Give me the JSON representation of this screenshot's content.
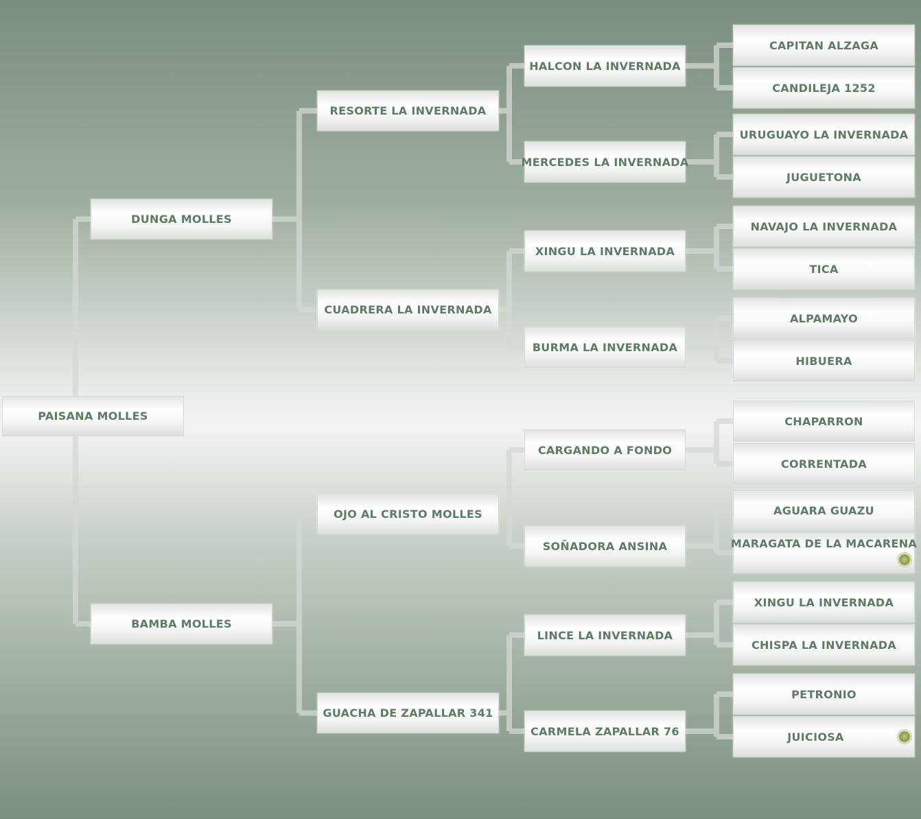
{
  "pedigree": {
    "gen1": [
      {
        "name": "PAISANA MOLLES"
      }
    ],
    "gen2": [
      {
        "name": "DUNGA MOLLES"
      },
      {
        "name": "BAMBA MOLLES"
      }
    ],
    "gen3": [
      {
        "name": "RESORTE LA INVERNADA"
      },
      {
        "name": "CUADRERA LA INVERNADA"
      },
      {
        "name": "OJO AL CRISTO MOLLES"
      },
      {
        "name": "GUACHA DE ZAPALLAR 341"
      }
    ],
    "gen4": [
      {
        "name": "HALCON LA INVERNADA"
      },
      {
        "name": "MERCEDES LA INVERNADA"
      },
      {
        "name": "XINGU LA INVERNADA"
      },
      {
        "name": "BURMA LA INVERNADA"
      },
      {
        "name": "CARGANDO A FONDO"
      },
      {
        "name": "SOÑADORA ANSINA"
      },
      {
        "name": "LINCE LA INVERNADA"
      },
      {
        "name": "CARMELA ZAPALLAR 76"
      }
    ],
    "gen5": [
      {
        "name": "CAPITAN ALZAGA"
      },
      {
        "name": "CANDILEJA 1252"
      },
      {
        "name": "URUGUAYO LA INVERNADA"
      },
      {
        "name": "JUGUETONA"
      },
      {
        "name": "NAVAJO LA INVERNADA"
      },
      {
        "name": "TICA"
      },
      {
        "name": "ALPAMAYO"
      },
      {
        "name": "HIBUERA"
      },
      {
        "name": "CHAPARRON"
      },
      {
        "name": "CORRENTADA"
      },
      {
        "name": "AGUARA GUAZU"
      },
      {
        "name": "MARAGATA DE LA MACARENA",
        "badge": "registry-seal-icon"
      },
      {
        "name": "XINGU LA INVERNADA"
      },
      {
        "name": "CHISPA LA INVERNADA"
      },
      {
        "name": "PETRONIO"
      },
      {
        "name": "JUICIOSA",
        "badge": "registry-seal-icon"
      }
    ]
  },
  "colors": {
    "text": "#5e7c65",
    "connector": "#d3d8d3",
    "background": "#7a8e7e"
  }
}
